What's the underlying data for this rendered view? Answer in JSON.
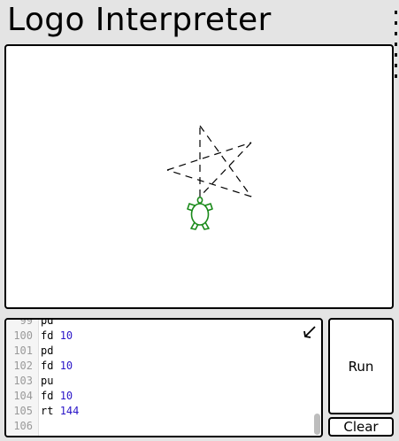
{
  "app": {
    "title": "Logo Interpreter"
  },
  "buttons": {
    "run_label": "Run",
    "clear_label": "Clear"
  },
  "editor": {
    "lines": [
      {
        "num": "99",
        "cmd": "pd",
        "arg": ""
      },
      {
        "num": "100",
        "cmd": "fd",
        "arg": "10"
      },
      {
        "num": "101",
        "cmd": "pd",
        "arg": ""
      },
      {
        "num": "102",
        "cmd": "fd",
        "arg": "10"
      },
      {
        "num": "103",
        "cmd": "pu",
        "arg": ""
      },
      {
        "num": "104",
        "cmd": "fd",
        "arg": "10"
      },
      {
        "num": "105",
        "cmd": "rt",
        "arg": "144"
      },
      {
        "num": "106",
        "cmd": "",
        "arg": ""
      }
    ]
  },
  "canvas": {
    "turtle_color": "#1a8a1a",
    "pen_color": "#000000",
    "pen_style": "dashed"
  },
  "icons": {
    "turtle": "turtle-icon",
    "resize": "resize-arrow-icon"
  },
  "colors": {
    "background": "#e4e4e4",
    "number_token": "#2a16c8",
    "line_number": "#9a9a9a"
  }
}
